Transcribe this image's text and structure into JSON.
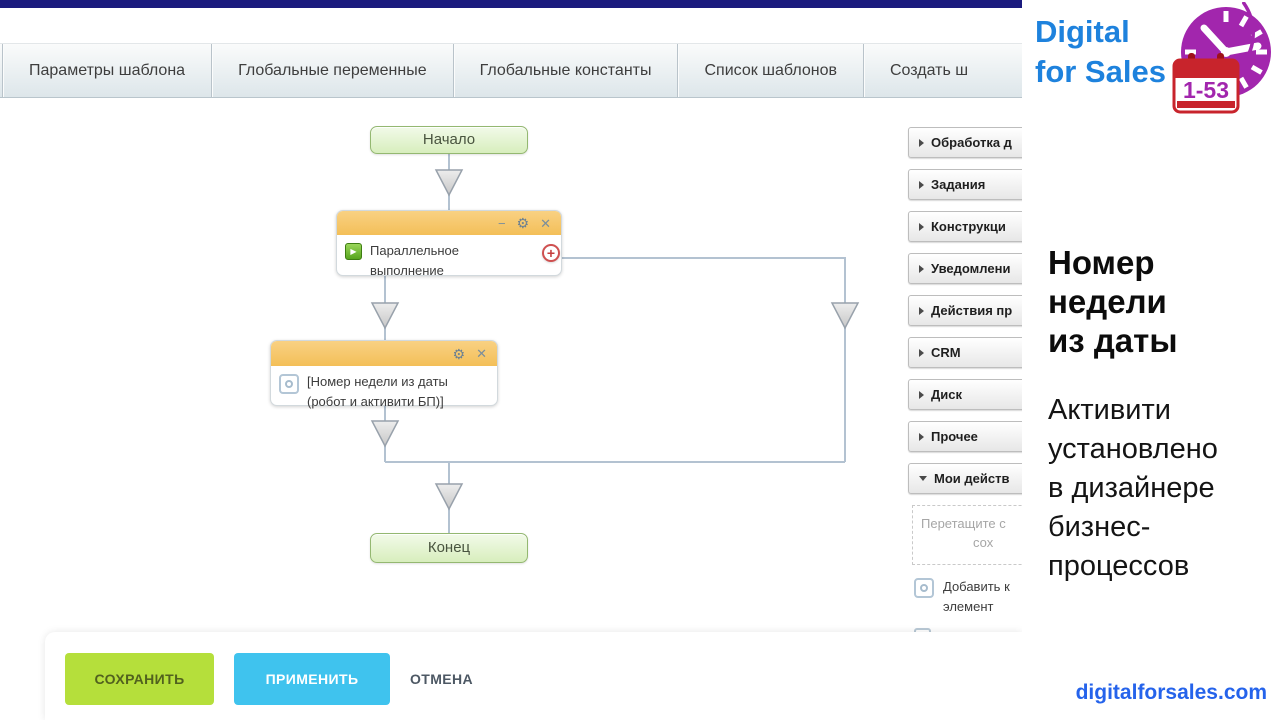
{
  "tabs": [
    {
      "label": "Параметры шаблона"
    },
    {
      "label": "Глобальные переменные"
    },
    {
      "label": "Глобальные константы"
    },
    {
      "label": "Список шаблонов"
    },
    {
      "label": "Создать ш"
    }
  ],
  "designer": {
    "start_label": "Начало",
    "end_label": "Конец",
    "parallel_block": {
      "title": "Параллельное выполнение"
    },
    "activity_block": {
      "title": "[Номер недели из даты (робот и активити БП)]"
    },
    "header_icons": {
      "minimize": "−",
      "settings": "⚙",
      "close": "✕",
      "add_branch": "+"
    }
  },
  "palette": {
    "sections": [
      {
        "label": "Обработка д"
      },
      {
        "label": "Задания"
      },
      {
        "label": "Конструкци"
      },
      {
        "label": "Уведомлени"
      },
      {
        "label": "Действия пр"
      },
      {
        "label": "CRM"
      },
      {
        "label": "Диск"
      },
      {
        "label": "Прочее"
      },
      {
        "label": "Мои действ"
      }
    ],
    "dropzone": {
      "line1": "Перетащите с",
      "line2": "сох"
    },
    "add_action": {
      "line1": "Добавить к",
      "line2": "элемент"
    }
  },
  "footer": {
    "save_label": "СОХРАНИТЬ",
    "apply_label": "ПРИМЕНИТЬ",
    "cancel_label": "ОТМЕНА"
  },
  "branding": {
    "name_line1": "Digital",
    "name_line2": "for Sales",
    "badge": "1-53",
    "heading_line1": "Номер",
    "heading_line2": "недели",
    "heading_line3": "из даты",
    "body_line1": "Активити",
    "body_line2": "установлено",
    "body_line3": "в дизайнере",
    "body_line4": "бизнес-",
    "body_line5": "процессов",
    "website": "digitalforsales.com"
  },
  "colors": {
    "topbar_navy": "#1b1b7e",
    "node_header_orange": "#f6c96d",
    "terminal_green": "#d8eebd",
    "connector_gray_blue": "#b3c2d1",
    "save_green": "#b5df3b",
    "apply_blue": "#3fc3ee",
    "brand_blue": "#1e82dd",
    "clock_purple": "#a226ad",
    "calendar_red": "#c8242c",
    "website_blue": "#2563eb"
  }
}
